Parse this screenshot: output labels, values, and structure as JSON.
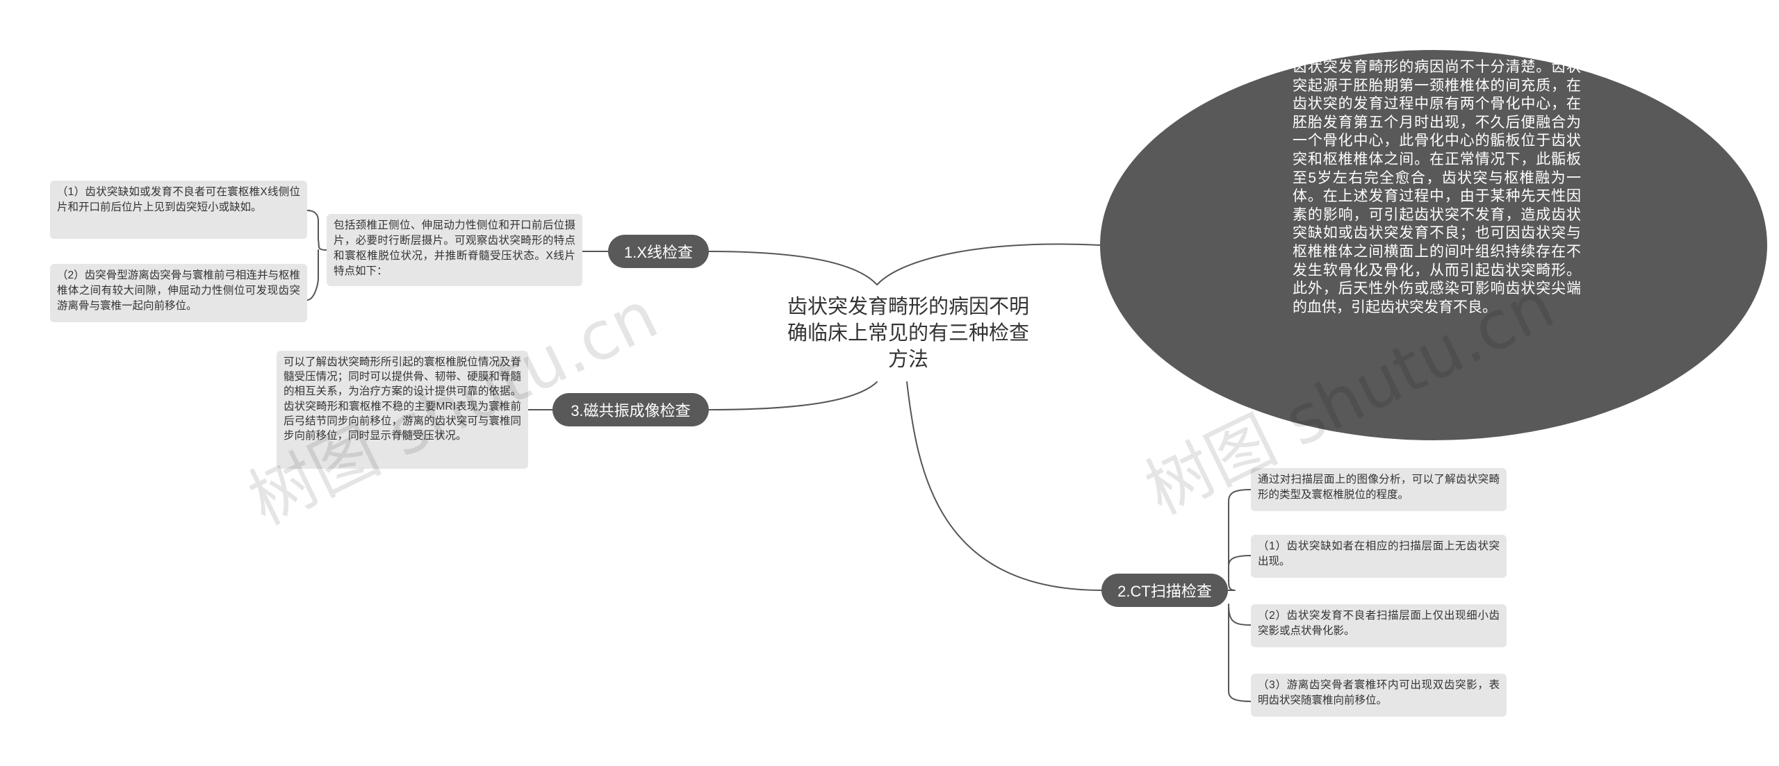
{
  "center": {
    "title": "齿状突发育畸形的病因不明确临床上常见的有三种检查方法"
  },
  "etiology": {
    "text": "齿状突发育畸形的病因尚不十分清楚。齿状突起源于胚胎期第一颈椎椎体的间充质，在齿状突的发育过程中原有两个骨化中心，在胚胎发育第五个月时出现，不久后便融合为一个骨化中心，此骨化中心的骺板位于齿状突和枢椎椎体之间。在正常情况下，此骺板至5岁左右完全愈合，齿状突与枢椎融为一体。在上述发育过程中，由于某种先天性因素的影响，可引起齿状突不发育，造成齿状突缺如或齿状突发育不良；也可因齿状突与枢椎椎体之间横面上的间叶组织持续存在不发生软骨化及骨化，从而引起齿状突畸形。此外，后天性外伤或感染可影响齿状突尖端的血供，引起齿状突发育不良。"
  },
  "xray": {
    "label": "1.X线检查",
    "summary": "包括颈椎正侧位、伸屈动力性侧位和开口前后位摄片，必要时行断层摄片。可观察齿状突畸形的特点和寰枢椎脱位状况，并推断脊髓受压状态。X线片特点如下：",
    "items": [
      "（1）齿状突缺如或发育不良者可在寰枢椎X线侧位片和开口前后位片上见到齿突短小或缺如。",
      "（2）齿突骨型游离齿突骨与寰椎前弓相连并与枢椎椎体之间有较大间隙，伸屈动力性侧位可发现齿突游离骨与寰椎一起向前移位。"
    ]
  },
  "mri": {
    "label": "3.磁共振成像检查",
    "text": "可以了解齿状突畸形所引起的寰枢椎脱位情况及脊髓受压情况；同时可以提供骨、韧带、硬膜和脊髓的相互关系，为治疗方案的设计提供可靠的依据。齿状突畸形和寰枢椎不稳的主要MRI表现为寰椎前后弓结节同步向前移位，游离的齿状突可与寰椎同步向前移位，同时显示脊髓受压状况。"
  },
  "ct": {
    "label": "2.CT扫描检查",
    "items": [
      "通过对扫描层面上的图像分析，可以了解齿状突畸形的类型及寰枢椎脱位的程度。",
      "（1）齿状突缺如者在相应的扫描层面上无齿状突出现。",
      "（2）齿状突发育不良者扫描层面上仅出现细小齿突影或点状骨化影。",
      "（3）游离齿突骨者寰椎环内可出现双齿突影，表明齿状突随寰椎向前移位。"
    ]
  },
  "watermarks": [
    "树图 shutu.cn",
    "树图 shutu.cn"
  ],
  "colors": {
    "node_dark": "#595959",
    "node_light": "#e6e6e6",
    "link": "#555555",
    "text": "#333333"
  }
}
